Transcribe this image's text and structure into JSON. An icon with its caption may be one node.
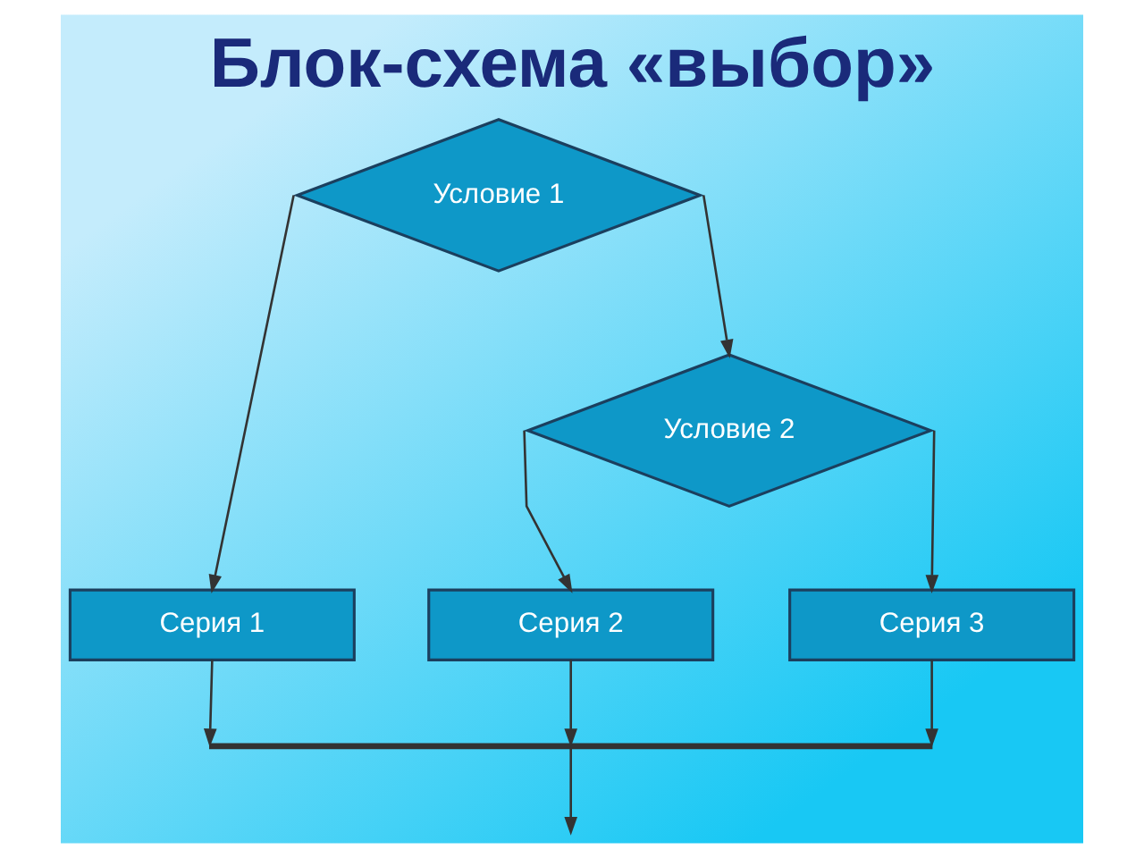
{
  "diagram": {
    "title": "Блок-схема «выбор»",
    "nodes": [
      {
        "text": [
          "Условие 1"
        ]
      },
      {
        "text": [
          "Условие 2"
        ]
      },
      {
        "text": [
          "Серия 1"
        ]
      },
      {
        "text": [
          "Серия 2"
        ]
      },
      {
        "text": [
          "Серия 3"
        ]
      },
      {
        "text": [],
        "shape": "bar"
      }
    ],
    "edges": [
      {
        "from": 0,
        "to": 2,
        "arrow": "to"
      },
      {
        "from": 0,
        "to": 1,
        "arrow": "to"
      },
      {
        "from": 1,
        "to": 3,
        "arrow": "to"
      },
      {
        "from": 1,
        "to": 4,
        "arrow": "to"
      },
      {
        "from": 2,
        "to": 5,
        "arrow": "to"
      },
      {
        "from": 3,
        "to": 5,
        "arrow": "to"
      },
      {
        "from": 4,
        "to": 5,
        "arrow": "to"
      },
      {
        "from": 5,
        "to": null,
        "arrow": "to"
      }
    ]
  }
}
